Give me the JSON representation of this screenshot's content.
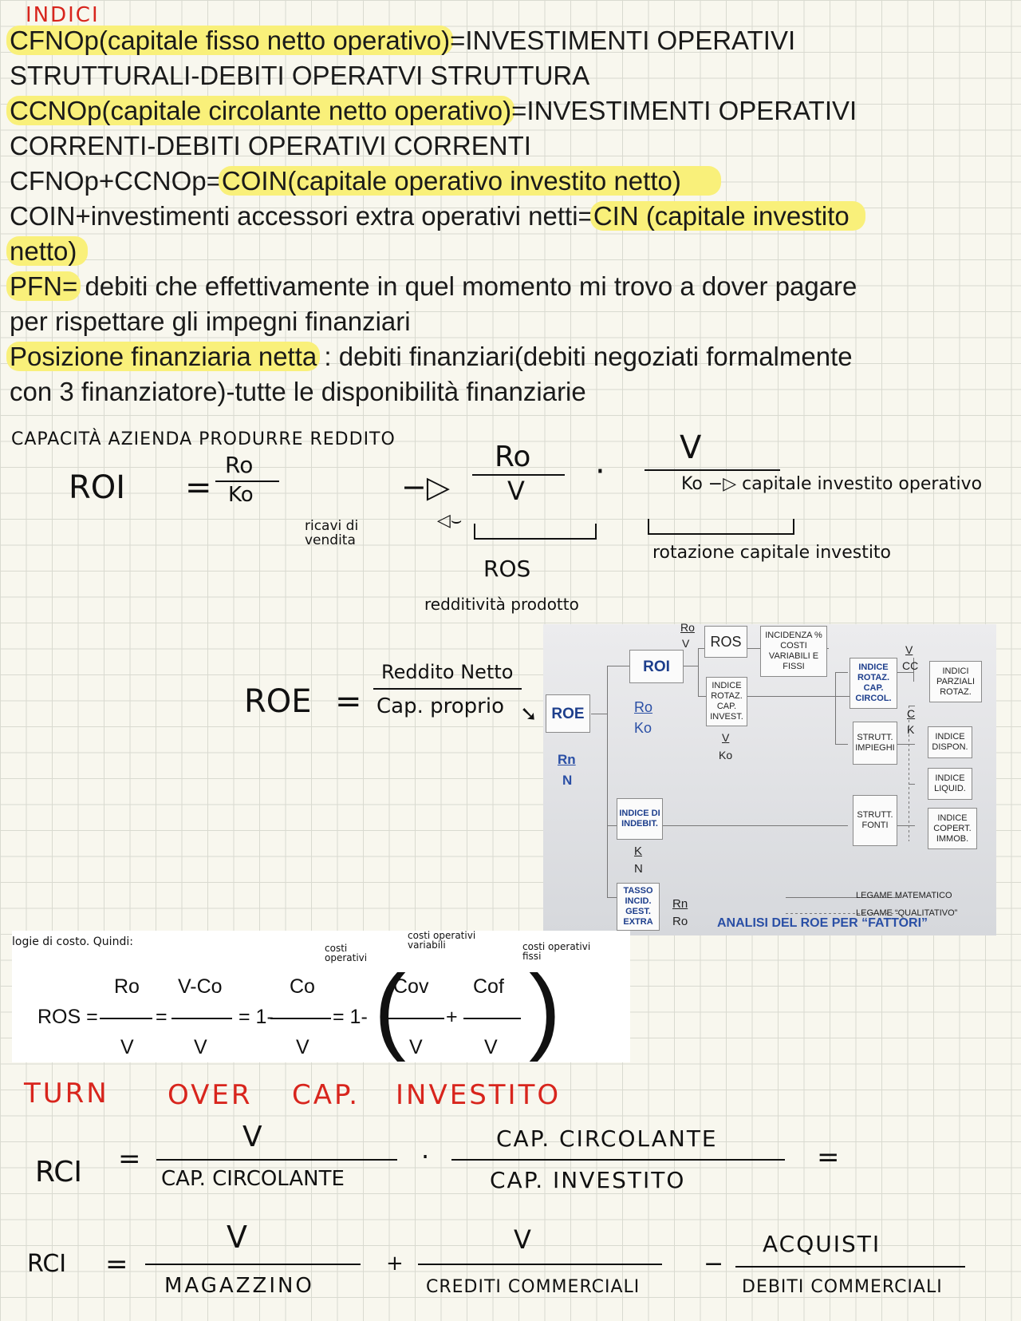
{
  "header": {
    "title": "INDICI"
  },
  "definitions": [
    {
      "highlight": "CFNOp(capitale fisso netto operativo)",
      "rest": "=INVESTIMENTI OPERATIVI"
    },
    {
      "highlight": "",
      "rest": "STRUTTURALI-DEBITI OPERATVI STRUTTURA"
    },
    {
      "highlight": "CCNOp(capitale circolante netto operativo)",
      "rest": "=INVESTIMENTI OPERATIVI"
    },
    {
      "highlight": "",
      "rest": "CORRENTI-DEBITI OPERATIVI CORRENTI"
    },
    {
      "pre": "CFNOp+CCNOp=",
      "highlight": "COIN(capitale operativo investito netto)"
    },
    {
      "pre": "COIN+investimenti accessori extra operativi netti=",
      "highlight": "CIN (capitale investito"
    },
    {
      "highlight": "netto)"
    },
    {
      "highlight": "PFN=",
      "rest": " debiti che effettivamente in quel momento mi trovo a dover pagare"
    },
    {
      "highlight": "",
      "rest": "per rispettare gli impegni finanziari"
    },
    {
      "highlight": "Posizione finanziaria netta",
      "rest": " : debiti finanziari(debiti negoziati formalmente"
    },
    {
      "highlight": "",
      "rest": "con 3 finanziatore)-tutte le disponibilità finanziarie"
    }
  ],
  "roi_notes": {
    "heading": "CAPACITÀ AZIENDA PRODURRE REDDITO",
    "roi": "ROI",
    "eq": "=",
    "ro": "Ro",
    "ko": "Ko",
    "arrow": "−▷",
    "ro2": "Ro",
    "v": "V",
    "dot": "·",
    "v2": "V",
    "ko2": "Ko −▷ capitale investito operativo",
    "ricavi": "ricavi di vendita",
    "ros": "ROS",
    "redditivita": "redditività prodotto",
    "rotazione": "rotazione capitale investito"
  },
  "roe_notes": {
    "roe": "ROE",
    "eq": "=",
    "num": "Reddito Netto",
    "den": "Cap. proprio"
  },
  "diagram": {
    "caption": "ANALISI DEL ROE PER “FATTORI”",
    "roe": "ROE",
    "rn": "Rn",
    "n": "N",
    "roi": "ROI",
    "ro": "Ro",
    "ko": "Ko",
    "ros": "ROS",
    "ro_small": "Ro",
    "v_small": "V",
    "incidenza": "INCIDENZA % COSTI VARIABILI E FISSI",
    "indice_rotaz_cap_invest": "INDICE ROTAZ. CAP. INVEST.",
    "v_ko_v": "V",
    "v_ko_ko": "Ko",
    "indice_rotaz_circ": "INDICE ROTAZ. CAP. CIRCOL.",
    "v_cc_v": "V",
    "v_cc_cc": "CC",
    "indici_parziali": "INDICI PARZIALI ROTAZ.",
    "c": "C",
    "k": "K",
    "strutt_impieghi": "STRUTT. IMPIEGHI",
    "indice_dispon": "INDICE DISPON.",
    "indice_liquid": "INDICE LIQUID.",
    "strutt_fonti": "STRUTT. FONTI",
    "indice_copert": "INDICE COPERT. IMMOB.",
    "indice_indebit": "INDICE DI INDEBIT.",
    "k_small": "K",
    "n_small": "N",
    "tasso": "TASSO INCID. GEST. EXTRA",
    "rn_small": "Rn",
    "ro_last": "Ro",
    "legame_mat": "LEGAME MATEMATICO",
    "legame_qual": "LEGAME “QUALITATIVO”"
  },
  "ros_formula": {
    "caption": "logie di costo. Quindi:",
    "ros_label": "ROS =",
    "ro": "Ro",
    "v1": "V",
    "eq1": "=",
    "vco": "V-Co",
    "v2": "V",
    "eq2": "= 1-",
    "co": "Co",
    "v3": "V",
    "eq3": "= 1-",
    "cov": "Cov",
    "v4": "V",
    "plus": "+",
    "cof": "Cof",
    "v5": "V",
    "note_costi": "costi operativi",
    "note_var": "costi operativi variabili",
    "note_fissi": "costi operativi fissi"
  },
  "turnover": {
    "heading_a": "TURN",
    "heading_b": "OVER",
    "heading_c": "CAP.",
    "heading_d": "INVESTITO",
    "rci1": "RCI",
    "eq1": "=",
    "f1_num": "V",
    "f1_den": "CAP. CIRCOLANTE",
    "dot": "·",
    "f2_num": "CAP. CIRCOLANTE",
    "f2_den": "CAP. INVESTITO",
    "eq_end": "=",
    "rci2": "RCI",
    "eq2": "=",
    "g1_num": "V",
    "g1_den": "MAGAZZINO",
    "plus": "+",
    "g2_num": "V",
    "g2_den": "CREDITI COMMERCIALI",
    "minus": "−",
    "g3_num": "ACQUISTI",
    "g3_den": "DEBITI COMMERCIALI"
  }
}
